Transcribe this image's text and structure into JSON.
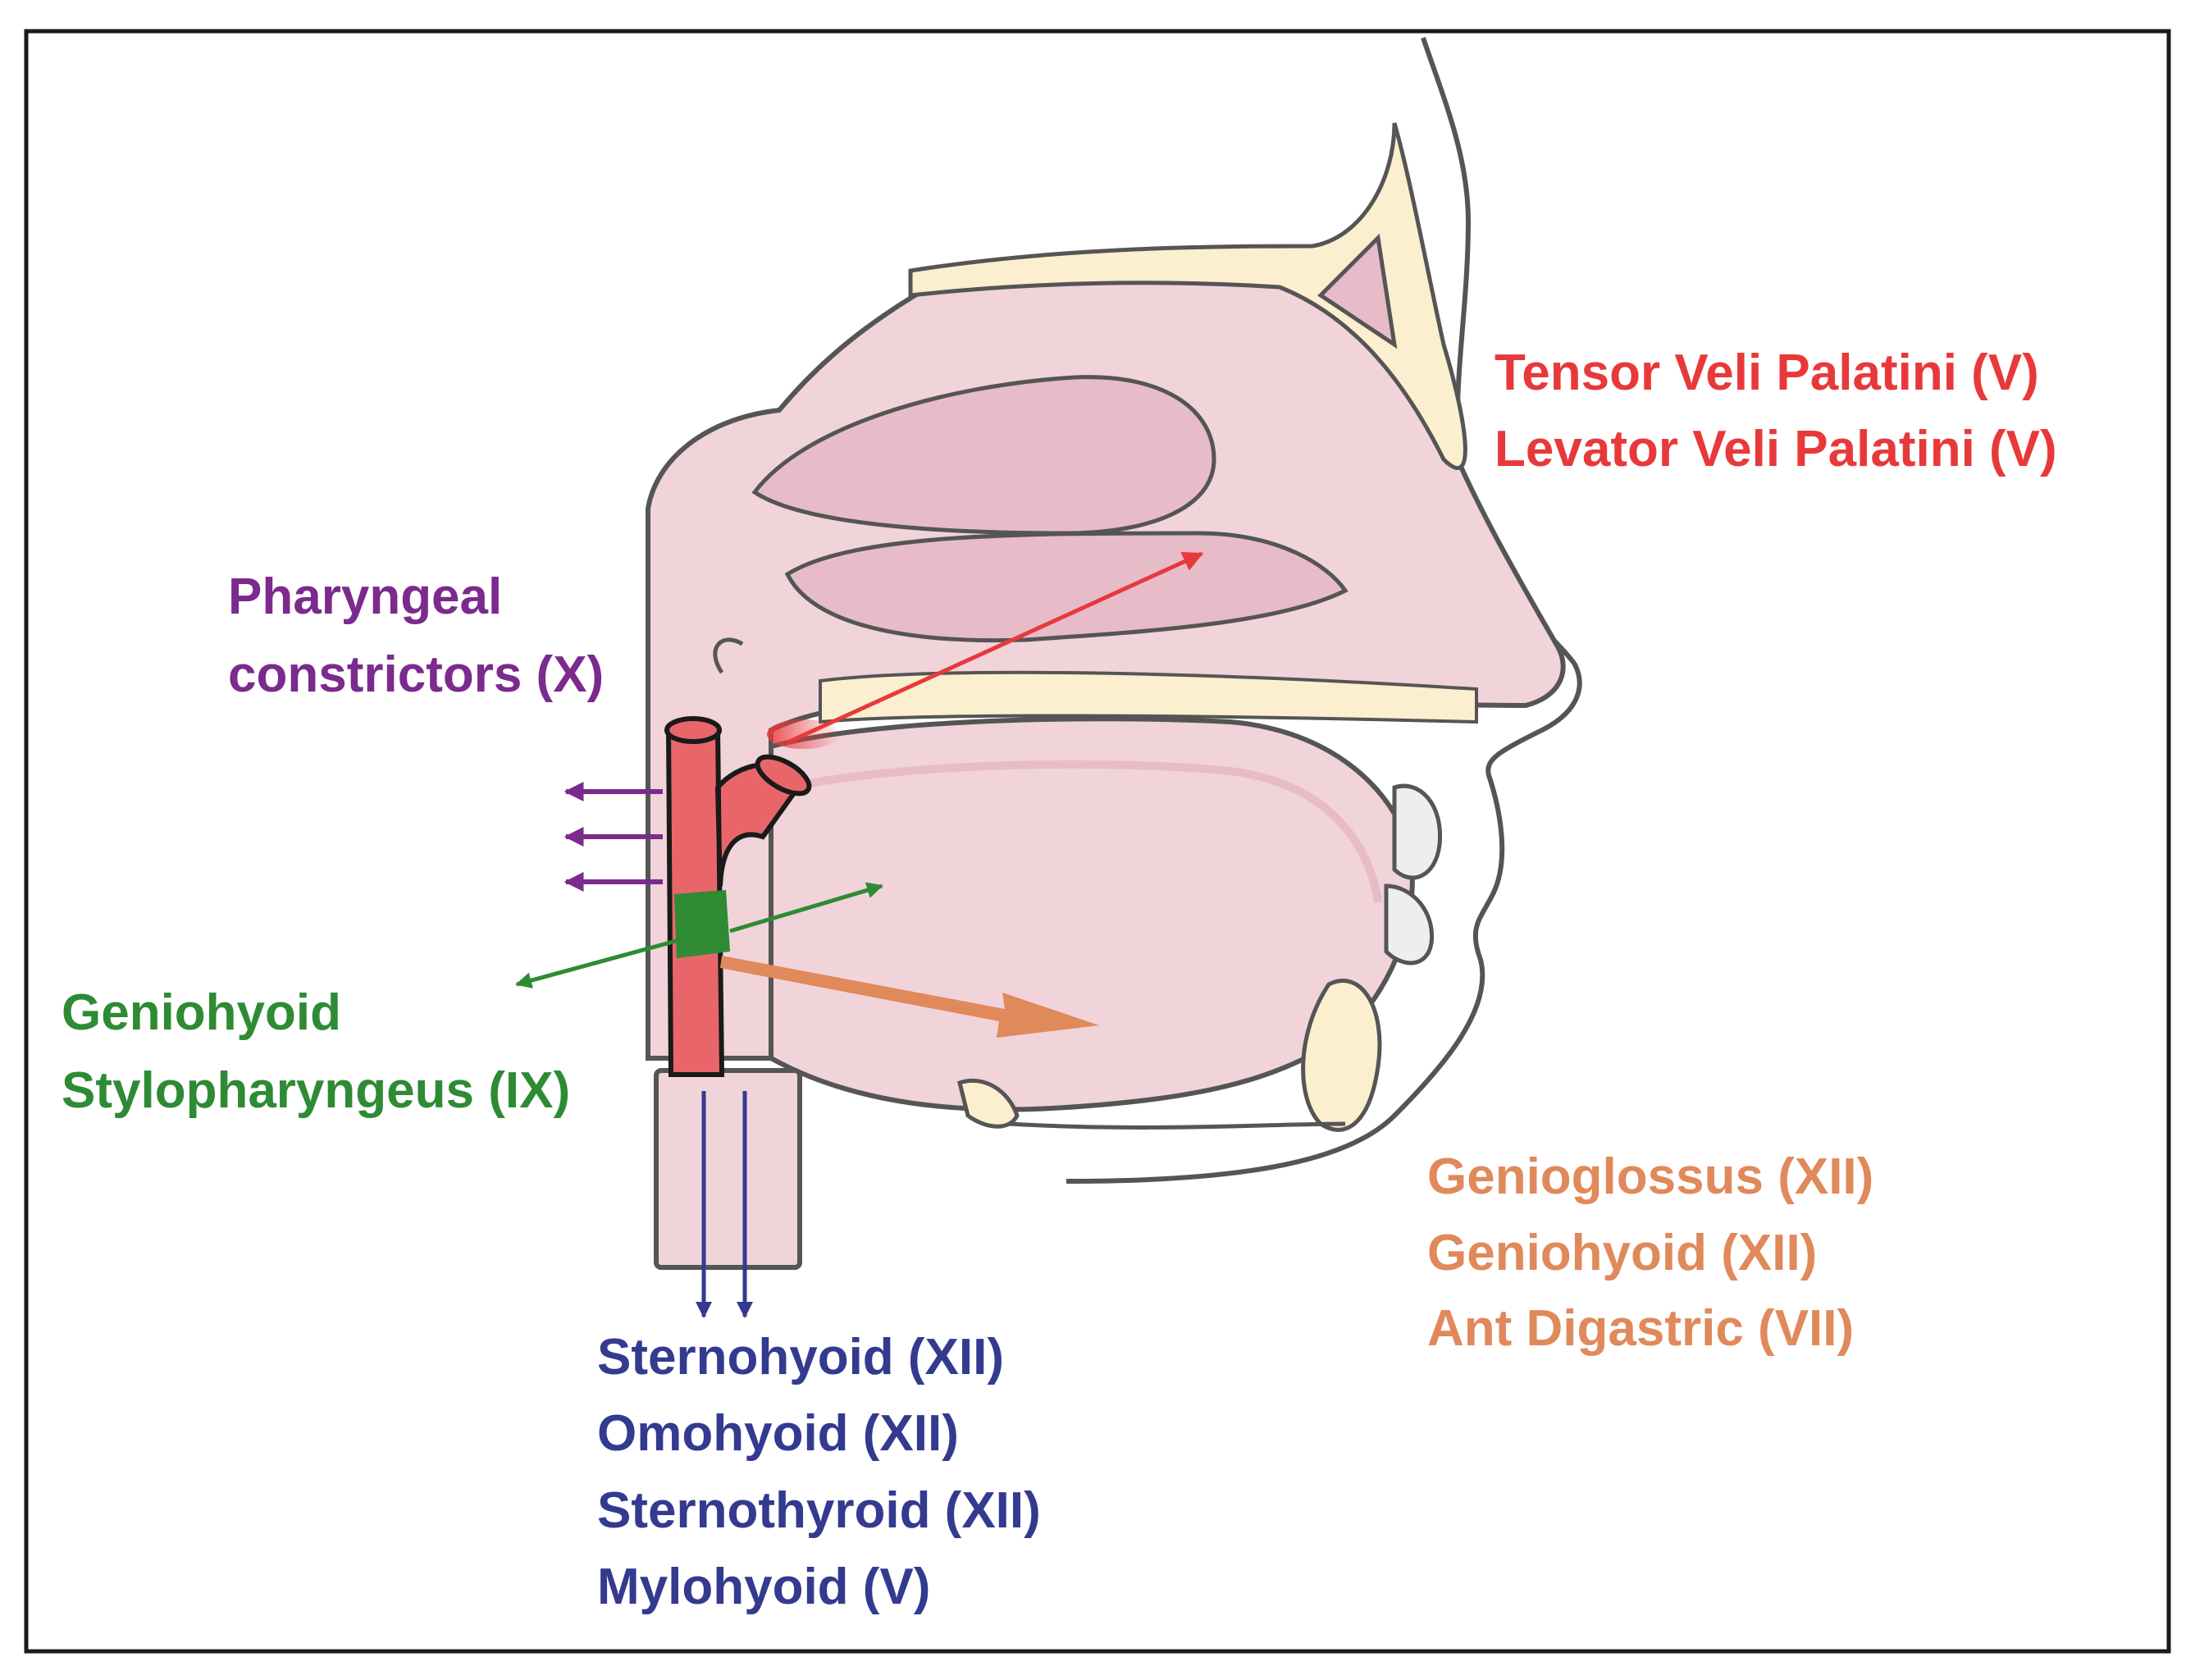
{
  "labels": {
    "tensor_veli_palatini": "Tensor Veli Palatini (V)",
    "levator_veli_palatini": "Levator Veli Palatini (V)",
    "pharyngeal_line1": "Pharyngeal",
    "pharyngeal_line2": "constrictors (X)",
    "geniohyoid_ix": "Geniohyoid",
    "stylopharyngeus": "Stylopharyngeus (IX)",
    "genioglossus": "Genioglossus (XII)",
    "geniohyoid_xii": "Geniohyoid (XII)",
    "ant_digastric": "Ant Digastric (VII)",
    "sternohyoid": "Sternohyoid (XII)",
    "omohyoid": "Omohyoid (XII)",
    "sternothyroid": "Sternothyroid (XII)",
    "mylohyoid": "Mylohyoid (V)"
  },
  "colors": {
    "red": "#e8393a",
    "purple": "#7b2a8e",
    "green": "#2e8b34",
    "orange": "#e0895a",
    "navy": "#333a8f",
    "tissue": "#f1d3da",
    "tissue_dark": "#e7bcc8",
    "bone": "#fbefcf",
    "outline": "#555555",
    "pharynx_tube": "#e8666a"
  }
}
